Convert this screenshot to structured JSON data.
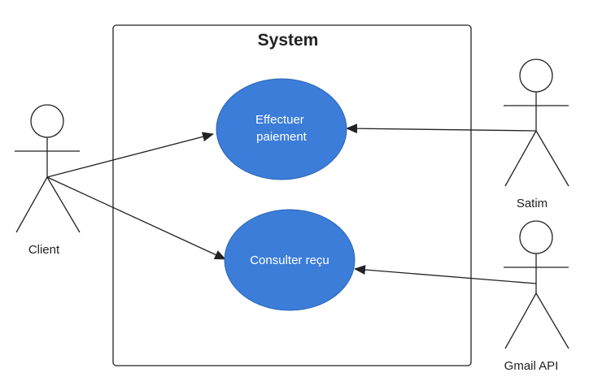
{
  "system": {
    "title": "System"
  },
  "use_cases": [
    {
      "id": "effectuer-paiement",
      "lines": [
        "Effectuer",
        "paiement"
      ]
    },
    {
      "id": "consulter-recu",
      "lines": [
        "Consulter reçu"
      ]
    }
  ],
  "actors": [
    {
      "id": "client",
      "label": "Client"
    },
    {
      "id": "satim",
      "label": "Satim"
    },
    {
      "id": "gmail-api",
      "label": "Gmail API"
    }
  ],
  "colors": {
    "use_case_fill": "#3b7dd8",
    "line": "#222222",
    "background": "#ffffff"
  }
}
